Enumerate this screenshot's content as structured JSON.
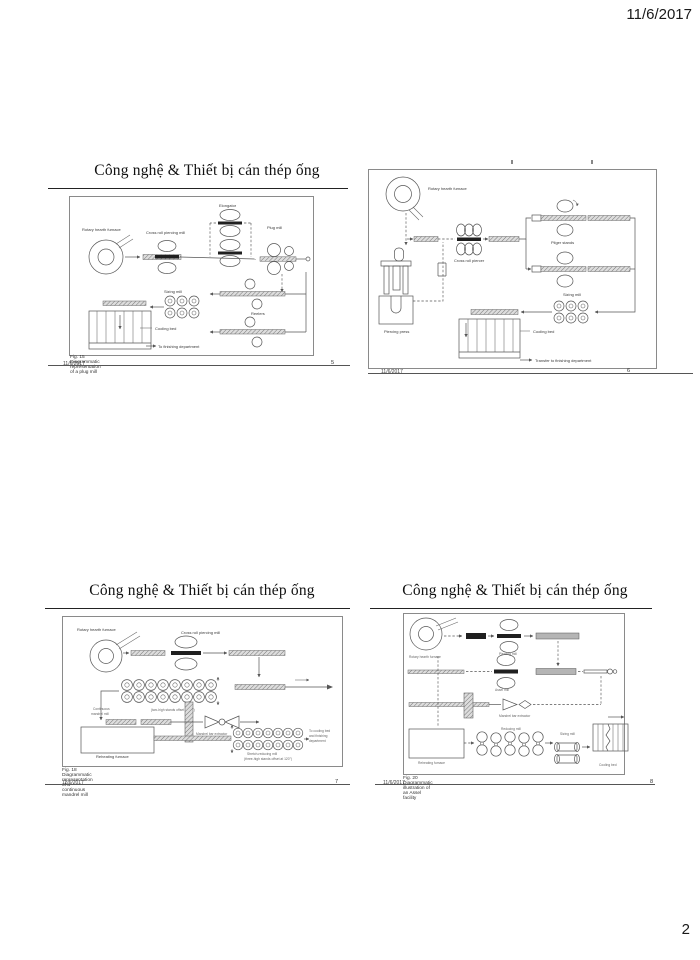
{
  "page": {
    "date": "11/6/2017",
    "number": "2"
  },
  "slide1": {
    "title": "Công nghệ & Thiết bị cán thép ống",
    "caption": "Fig. 15  Diagrammatic representation of a plug mill",
    "date": "11/6/2017",
    "num": "5",
    "labels": {
      "furnace": "Rotary hearth furnace",
      "piercing": "Cross roll piercing mill",
      "elongator": "Elongator",
      "plug": "Plug mill",
      "sizing": "Sizing mill",
      "reelers": "Reelers",
      "cooling": "Cooling bed",
      "finishing": "To finishing department"
    }
  },
  "slide2": {
    "date": "11/6/2017",
    "num": "6",
    "labels": {
      "furnace": "Rotary hearth furnace",
      "piercer": "Cross roll piercer",
      "pilger": "Pilger stands",
      "press": "Piercing press",
      "sizing": "Sizing mill",
      "cooling": "Cooling bed",
      "transfer": "Transfer to finishing department"
    }
  },
  "slide3": {
    "title": "Công nghệ & Thiết bị cán thép ống",
    "caption": "Fig. 18  Diagrammatic representation of a continuous mandrel mill",
    "date": "11/6/2017",
    "num": "7",
    "labels": {
      "furnace": "Rotary hearth furnace",
      "piercing": "Cross roll piercing mill",
      "continuous1": "Continuous",
      "continuous2": "mandrel mill",
      "note1": "(two-high stands offset at 90°)",
      "extractor": "Mandrel bar extractor",
      "reheating": "Reheating furnace",
      "stretch": "Stretch-reducing mill",
      "note2": "(three-high stands offset at 120°)",
      "cooling1": "To cooling bed",
      "cooling2": "and finishing",
      "cooling3": "department"
    }
  },
  "slide4": {
    "title": "Công nghệ & Thiết bị cán thép ống",
    "caption": "Fig. 20  Diagrammatic illustration of an Assel facility",
    "date": "11/6/2017",
    "num": "8",
    "labels": {
      "furnace": "Rotary hearth furnace",
      "piercing": "Piercing mill",
      "assel": "Assel mill",
      "extractor": "Mandrel bar extractor",
      "reducing": "Reducing mill",
      "sizing": "Sizing mill",
      "reheating": "Reheating furnace",
      "cooling": "Cooling bed"
    }
  }
}
